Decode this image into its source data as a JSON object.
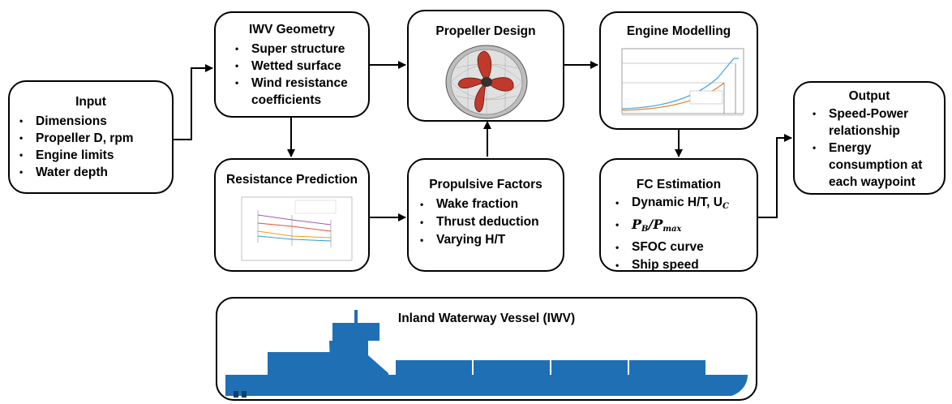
{
  "input": {
    "title": "Input",
    "items": [
      "Dimensions",
      "Propeller D, rpm",
      "Engine limits",
      "Water depth"
    ]
  },
  "iwv_geometry": {
    "title": "IWV Geometry",
    "items": [
      "Super structure",
      "Wetted surface",
      "Wind resistance coefficients"
    ]
  },
  "propeller_design": {
    "title": "Propeller Design"
  },
  "engine_modelling": {
    "title": "Engine Modelling"
  },
  "output": {
    "title": "Output",
    "items": [
      "Speed-Power relationship",
      "Energy consumption at each waypoint"
    ]
  },
  "resistance_prediction": {
    "title": "Resistance Prediction"
  },
  "propulsive_factors": {
    "title": "Propulsive Factors",
    "items": [
      "Wake fraction",
      "Thrust deduction",
      "Varying H/T"
    ]
  },
  "fc_estimation": {
    "title": "FC Estimation",
    "items": [
      "Dynamic H/T, U",
      "P",
      "SFOC curve",
      "Ship speed"
    ],
    "math": {
      "u_sub": "C",
      "pb_sub": "B",
      "slash": "/P",
      "pmax_sub": "max"
    }
  },
  "vessel": {
    "title": "Inland Waterway Vessel (IWV)"
  },
  "colors": {
    "ship": "#1f6fb5",
    "propeller": "#c0392b",
    "line": "#000000"
  }
}
